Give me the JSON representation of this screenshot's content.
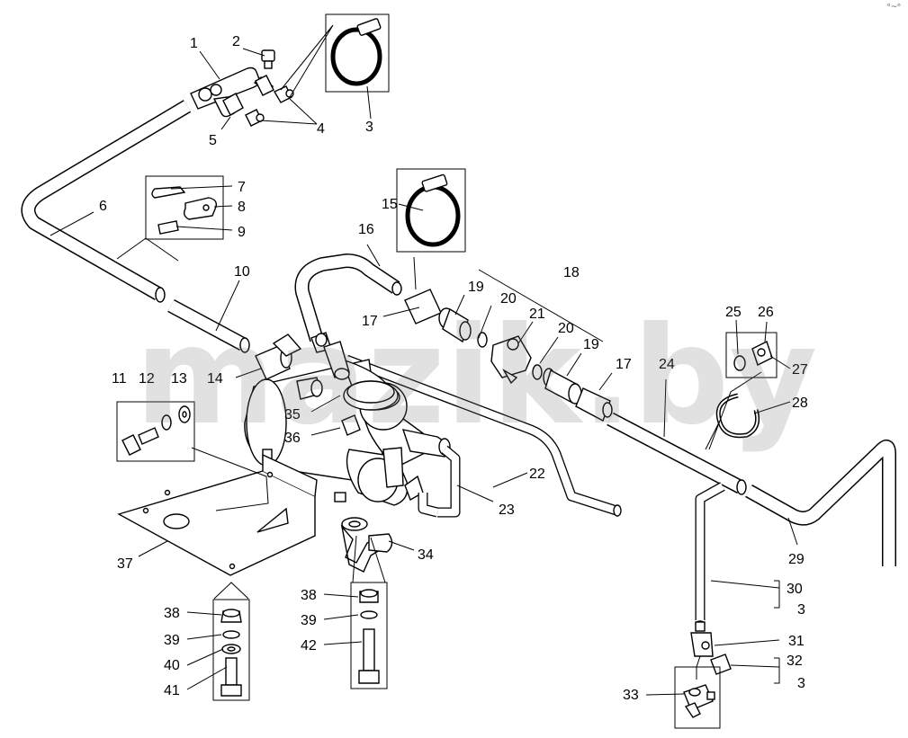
{
  "watermark": "mazik.by",
  "corner_mark": "ᵒ~ᵒ",
  "callouts": [
    "1",
    "2",
    "3",
    "4",
    "5",
    "6",
    "7",
    "8",
    "9",
    "10",
    "11",
    "12",
    "13",
    "14",
    "15",
    "16",
    "17",
    "18",
    "19",
    "20",
    "21",
    "20",
    "19",
    "17",
    "24",
    "22",
    "23",
    "25",
    "26",
    "27",
    "28",
    "29",
    "30",
    "3",
    "31",
    "32",
    "3",
    "33",
    "34",
    "35",
    "36",
    "37",
    "38",
    "39",
    "40",
    "41",
    "38",
    "39",
    "42"
  ]
}
